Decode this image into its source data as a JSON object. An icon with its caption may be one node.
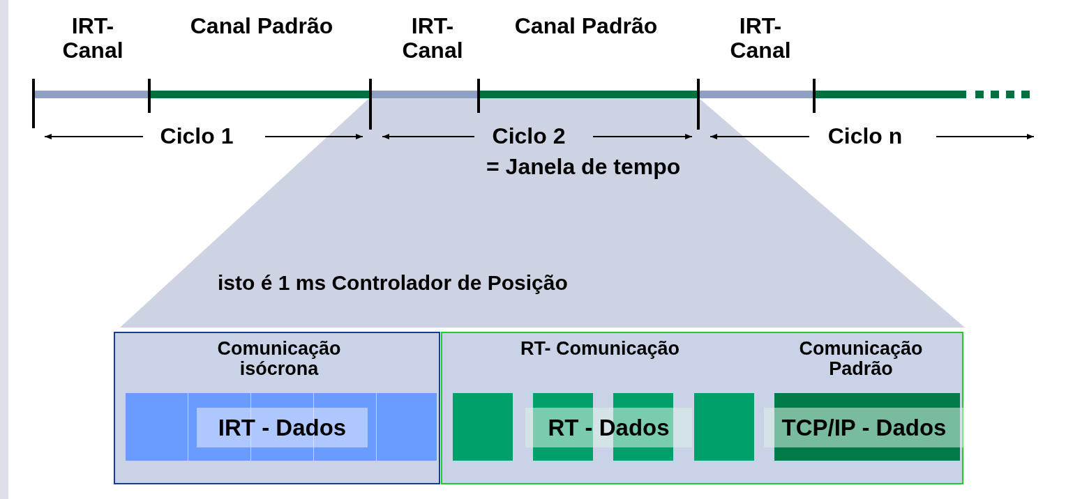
{
  "diagram": {
    "nodes": [
      {
        "text": [
          "Comunicação isócrona"
        ]
      },
      {
        "text": [
          "IRT - Dados"
        ],
        "in": 0
      },
      {
        "text": [
          "RT- Comunicação",
          "Comunicação Padrão"
        ]
      },
      {
        "text": [
          "RT - Dados"
        ],
        "in": 2
      },
      {
        "text": [
          "TCP/IP - Dados"
        ],
        "in": 2
      }
    ],
    "labels": [
      "IRT- Canal",
      "Canal Padrão",
      "IRT- Canal",
      "Canal Padrão",
      "IRT- Canal",
      "Ciclo 1",
      "Ciclo 2",
      "= Janela de tempo",
      "Ciclo n",
      "isto é 1 ms Controlador de Posição"
    ]
  }
}
